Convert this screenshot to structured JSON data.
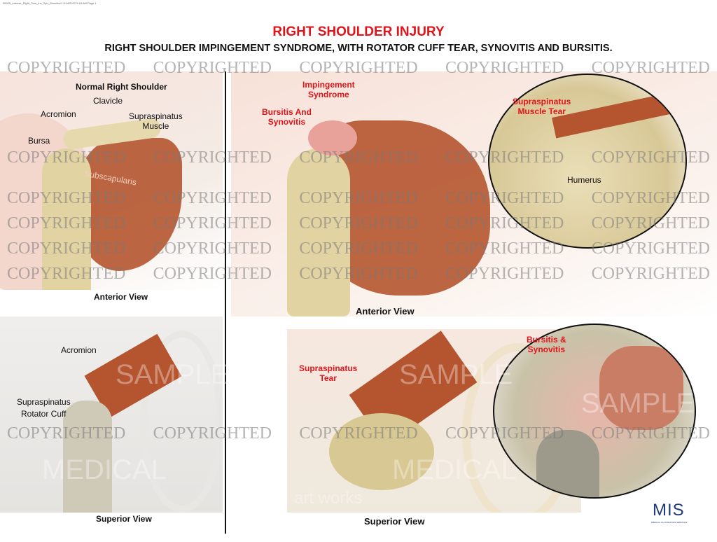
{
  "file_header": "06925_Intense_Right_Tear_Ins_Syn_Shoulder1 3/14/2012 5:18 AM Page 1",
  "title": "RIGHT SHOULDER INJURY",
  "subtitle": "RIGHT SHOULDER IMPINGEMENT SYNDROME, WITH ROTATOR CUFF TEAR, SYNOVITIS AND BURSITIS.",
  "panels": {
    "normal_anterior": {
      "heading": "Normal Right Shoulder",
      "labels": {
        "clavicle": "Clavicle",
        "acromion": "Acromion",
        "supraspinatus": "Supraspinatus\nMuscle",
        "bursa": "Bursa",
        "subscapularis": "Subscapularis"
      },
      "view": "Anterior View"
    },
    "normal_superior": {
      "labels": {
        "acromion": "Acromion",
        "supraspinatus": "Supraspinatus",
        "rotator_cuff": "Rotator Cuff"
      },
      "view": "Superior View"
    },
    "injury_anterior": {
      "labels": {
        "impingement": "Impingement\nSyndrome",
        "bursitis": "Bursitis And\nSynovitis",
        "muscle_tear": "Supraspinatus\nMuscle Tear",
        "humerus": "Humerus"
      },
      "view": "Anterior View"
    },
    "injury_superior": {
      "labels": {
        "tear": "Supraspinatus\nTear",
        "bursitis": "Bursitis &\nSynovitis"
      },
      "view": "Superior View"
    }
  },
  "watermark": {
    "copyright": "COPYRIGHTED",
    "sample": "SAMPLE",
    "medical": "MEDICAL",
    "artworks": "art works"
  },
  "logo": {
    "text": "MIS",
    "tagline": "MEDICAL ILLUSTRATION SERVICES"
  },
  "colors": {
    "accent_red": "#e0141b",
    "logo_blue": "#1f3a7a",
    "muscle": "#b5552f",
    "bone": "#e7d9ae"
  }
}
